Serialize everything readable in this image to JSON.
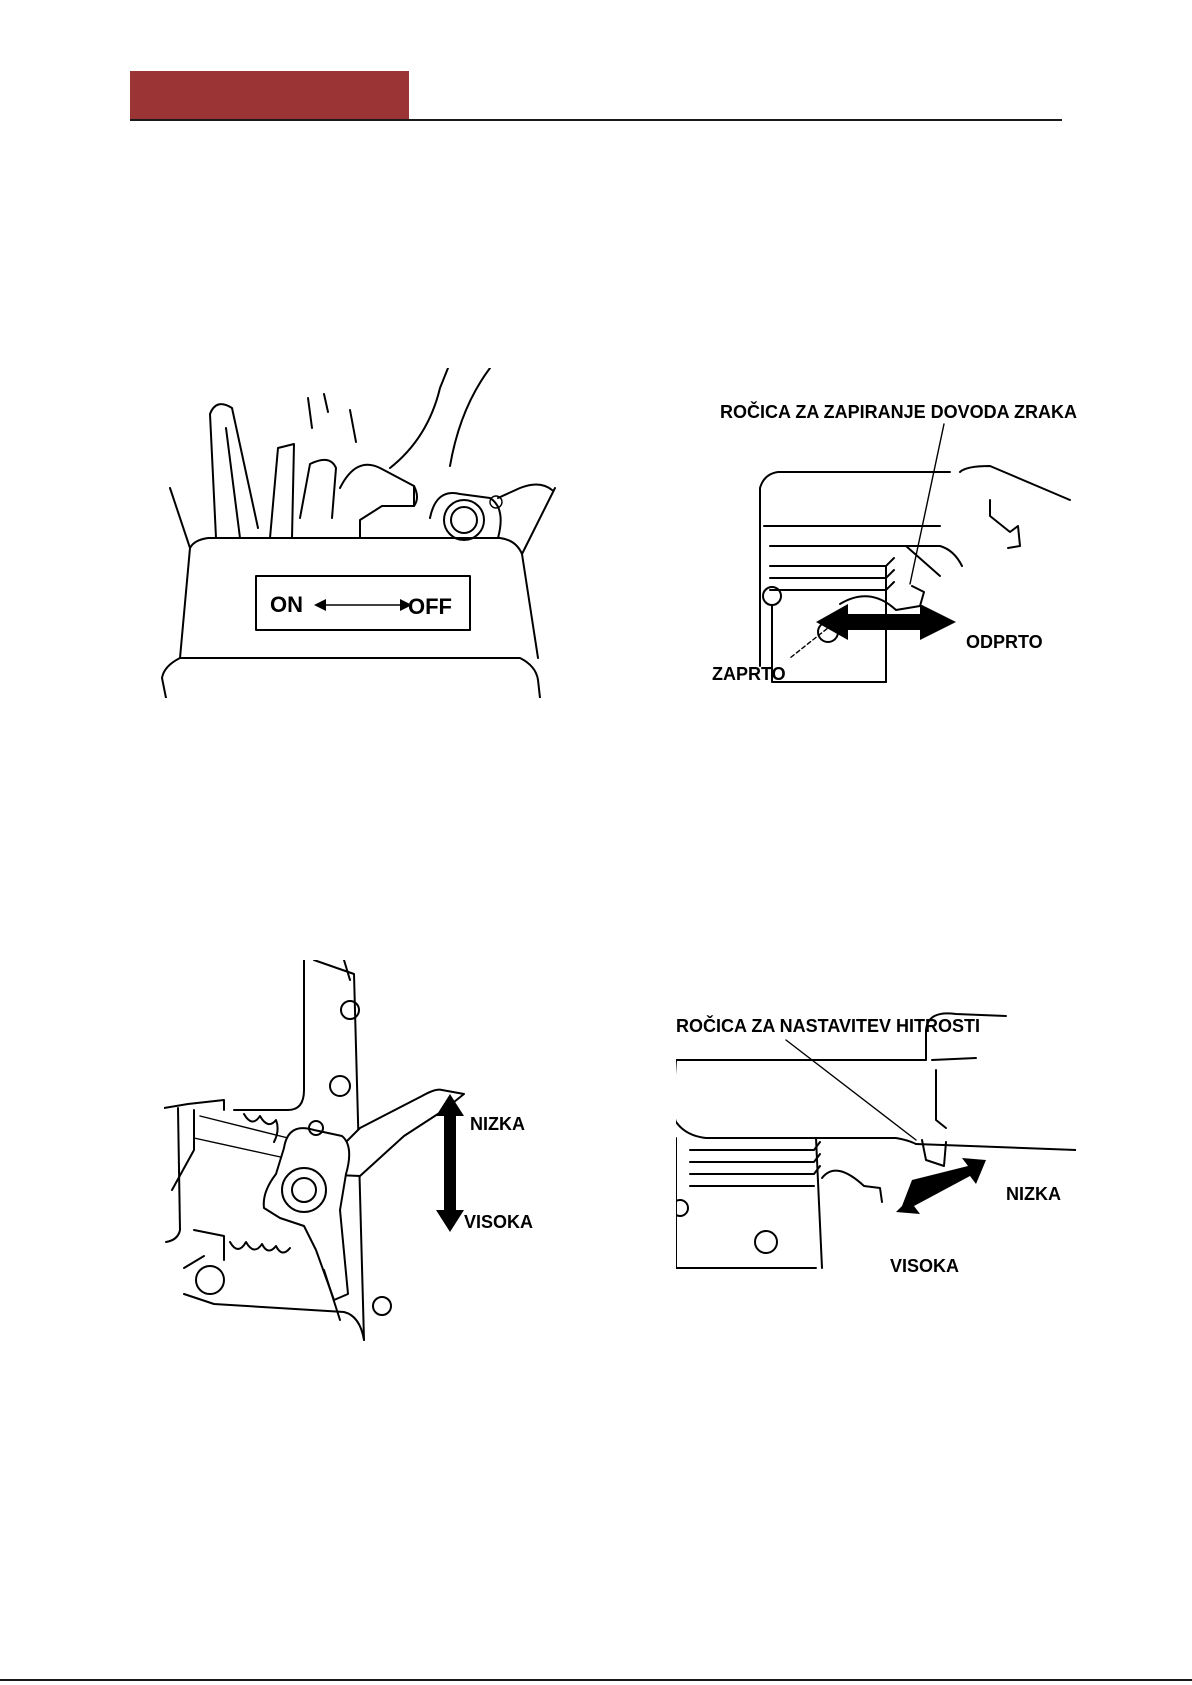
{
  "header": {
    "accent_color": "#9b3535"
  },
  "figures": {
    "engine_switch": {
      "on_label": "ON",
      "off_label": "OFF"
    },
    "choke_lever": {
      "callout": "ROČICA ZA ZAPIRANJE DOVODA ZRAKA",
      "closed_label": "ZAPRTO",
      "open_label": "ODPRTO"
    },
    "throttle_lever_side": {
      "low_label": "NIZKA",
      "high_label": "VISOKA"
    },
    "throttle_lever_top": {
      "callout": "ROČICA ZA NASTAVITEV HITROSTI",
      "low_label": "NIZKA",
      "high_label": "VISOKA"
    }
  }
}
